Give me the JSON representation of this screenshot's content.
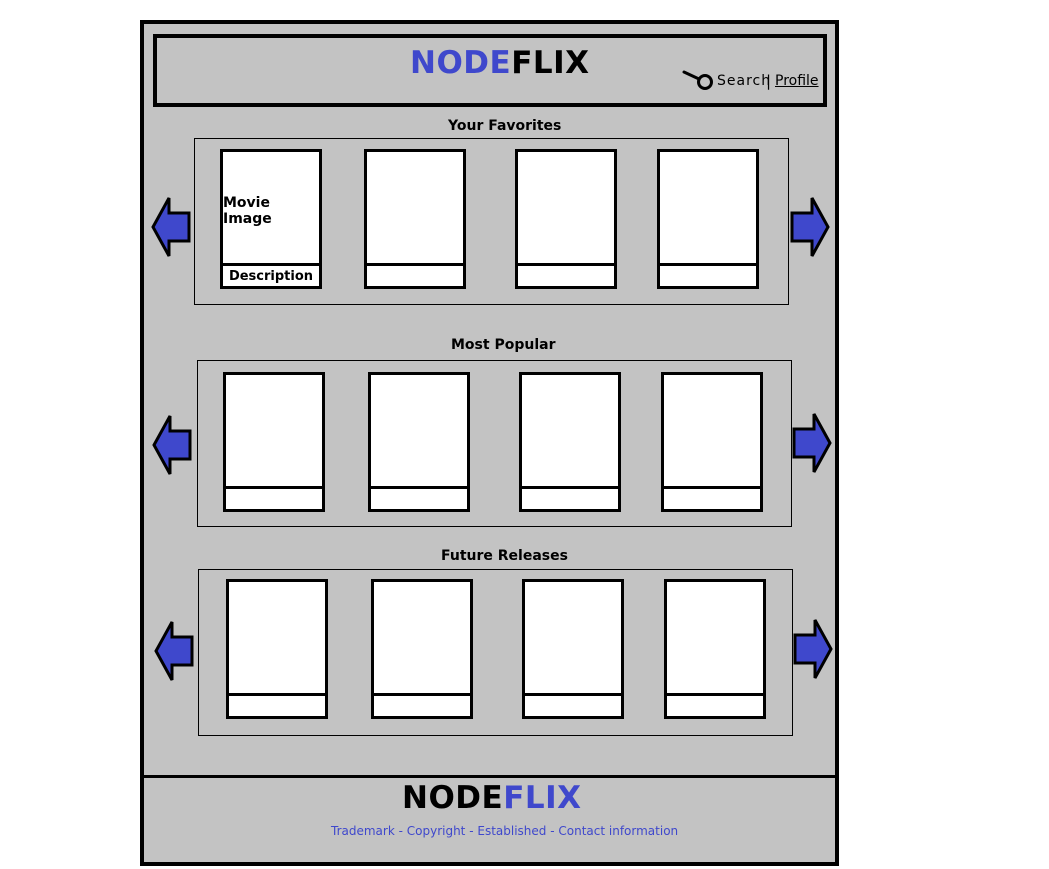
{
  "header": {
    "logo": {
      "part1": "NODE",
      "part2": "FLIX"
    },
    "nav": {
      "search": "Search",
      "separator": "|",
      "profile": "Profile"
    }
  },
  "sections": [
    {
      "title": "Your Favorites",
      "cards": [
        {
          "image": "Movie Image",
          "description": "Description"
        },
        {
          "image": "",
          "description": ""
        },
        {
          "image": "",
          "description": ""
        },
        {
          "image": "",
          "description": ""
        }
      ]
    },
    {
      "title": "Most Popular",
      "cards": [
        {
          "image": "",
          "description": ""
        },
        {
          "image": "",
          "description": ""
        },
        {
          "image": "",
          "description": ""
        },
        {
          "image": "",
          "description": ""
        }
      ]
    },
    {
      "title": "Future Releases",
      "cards": [
        {
          "image": "",
          "description": ""
        },
        {
          "image": "",
          "description": ""
        },
        {
          "image": "",
          "description": ""
        },
        {
          "image": "",
          "description": ""
        }
      ]
    }
  ],
  "footer": {
    "logo": {
      "part1": "NODE",
      "part2": "FLIX"
    },
    "links": [
      "Trademark",
      "Copyright",
      "Established",
      "Contact information"
    ],
    "link_separator": " - "
  },
  "colors": {
    "brand_blue": "#3f48cc",
    "panel_gray": "#c3c3c3",
    "border": "#000000"
  },
  "icons": {
    "search": "search-icon",
    "prev": "arrow-left-icon",
    "next": "arrow-right-icon"
  }
}
